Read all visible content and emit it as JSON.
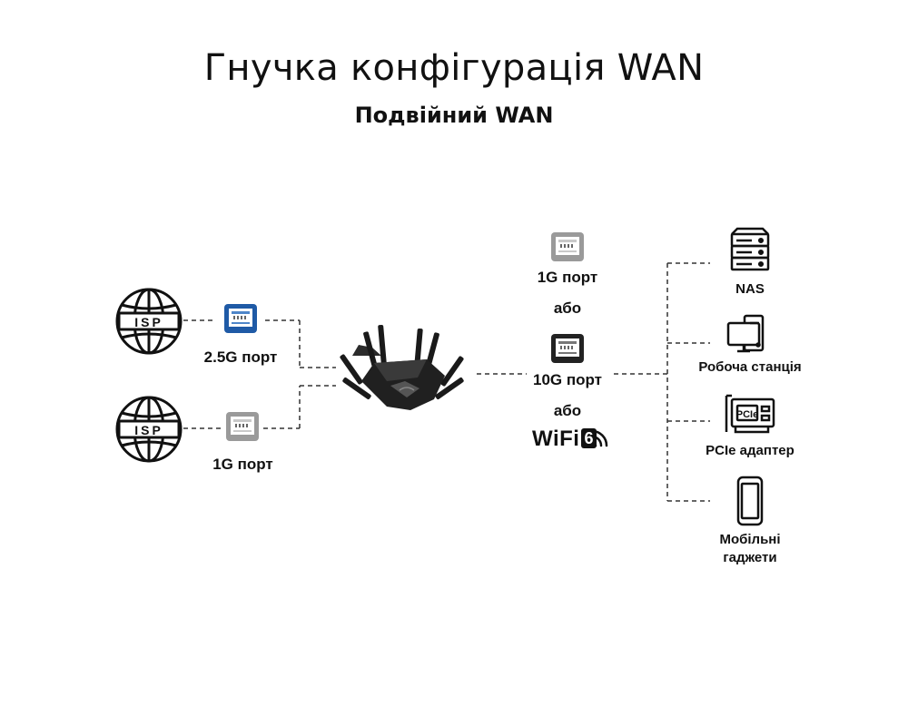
{
  "header": {
    "title": "Гнучка конфігурація WAN",
    "subtitle": "Подвійний WAN"
  },
  "wan": {
    "isp_label": "ISP",
    "port1_label": "2.5G порт",
    "port2_label": "1G порт"
  },
  "lan": {
    "port1_label": "1G порт",
    "or1": "або",
    "port2_label": "10G порт",
    "or2": "або",
    "wifi_text": "WiFi",
    "wifi_version": "6"
  },
  "devices": {
    "nas": "NAS",
    "workstation": "Робоча станція",
    "pcie": "PCIe адаптер",
    "pcie_card_text": "PCIe",
    "mobile_line1": "Мобільні",
    "mobile_line2": "гаджети"
  },
  "colors": {
    "port_blue": "#1f5aa6",
    "port_gray": "#9a9a9a",
    "port_black": "#222222",
    "line": "#333333"
  },
  "icons": [
    "globe-icon",
    "ethernet-port-icon",
    "router-icon",
    "server-icon",
    "desktop-icon",
    "pcie-card-icon",
    "smartphone-icon"
  ]
}
